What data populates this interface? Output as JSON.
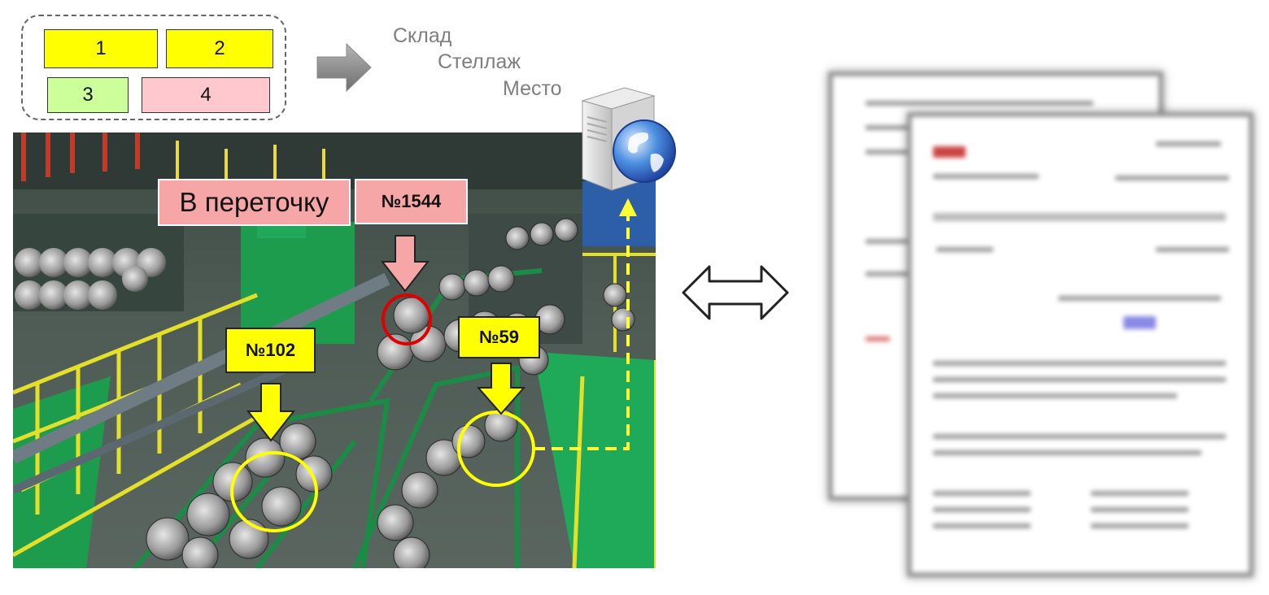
{
  "zones": {
    "cells": [
      {
        "label": "1",
        "color": "#ffff00"
      },
      {
        "label": "2",
        "color": "#ffff00"
      },
      {
        "label": "3",
        "color": "#ccff99"
      },
      {
        "label": "4",
        "color": "#ffc7ce"
      }
    ]
  },
  "location": {
    "level1": "Склад",
    "level2": "Стеллаж",
    "level3": "Место"
  },
  "photo": {
    "pink_labels": {
      "action": "В переточку",
      "id": "№1544"
    },
    "yellow_labels": {
      "first": "№102",
      "second": "№59"
    }
  },
  "colors": {
    "pink": "#f6a6a6",
    "yellow": "#ffff00",
    "red_circle": "#e00000",
    "dashed_line": "#ffff33",
    "factory_green": "#1e9c4e"
  },
  "icons": [
    "server-icon",
    "globe-icon",
    "double-arrow-icon",
    "grey-right-arrow-icon"
  ]
}
